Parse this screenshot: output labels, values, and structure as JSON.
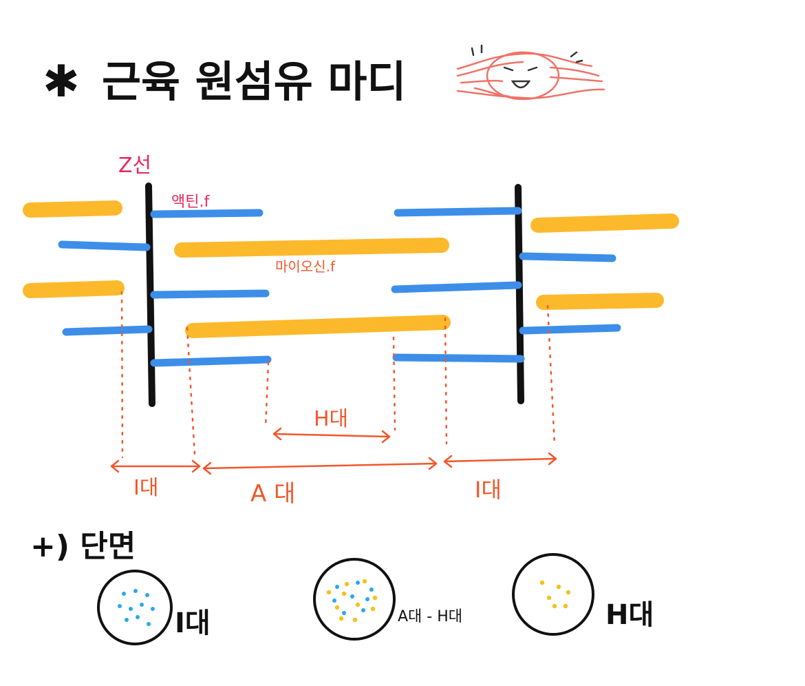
{
  "title": {
    "asterisk": "✱",
    "text": "근육 원섬유 마디"
  },
  "labels": {
    "z_line": "Z선",
    "actin": "액틴.f",
    "myosin": "마이오신.f",
    "h_band": "H대",
    "i_band_left": "I대",
    "a_band": "A 대",
    "i_band_right": "I대"
  },
  "cross_section": {
    "heading": "+) 단면",
    "circles": [
      {
        "label": "I대",
        "blue_dots": 10,
        "yellow_dots": 0
      },
      {
        "label": "A대 - H대",
        "blue_dots": 8,
        "yellow_dots": 10
      },
      {
        "label": "H대",
        "blue_dots": 0,
        "yellow_dots": 6
      }
    ]
  },
  "colors": {
    "title_ink": "#111111",
    "actin": "#3d8ee8",
    "myosin": "#fdb92c",
    "z_line": "#111111",
    "z_label": "#e8285a",
    "annotation": "#f0572a",
    "muscle_icon": "#f07268",
    "dot_blue": "#2aa7e8",
    "dot_yellow": "#f5c11c"
  },
  "icons": {
    "muscle": "smiling-muscle-fiber-icon"
  }
}
